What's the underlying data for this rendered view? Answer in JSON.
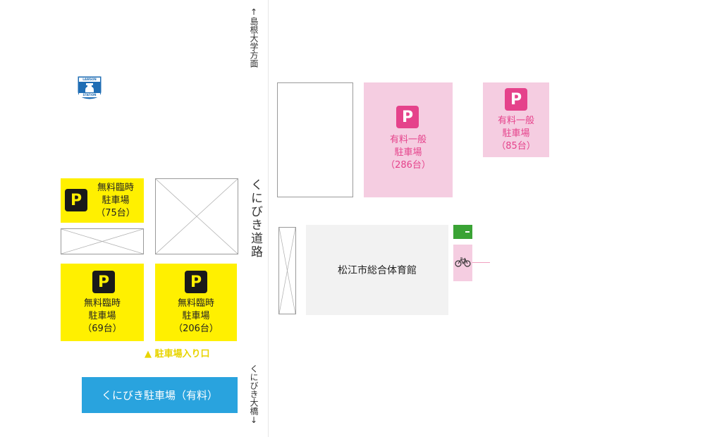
{
  "roads": {
    "north_label": "↑島根大学方面",
    "south_label": "くにびき大橋↓",
    "main_road": "くにびき道路"
  },
  "landmark": {
    "icon": "lawson-station-icon",
    "top_text": "LAWSON",
    "bottom_text": "STATION"
  },
  "lots": {
    "free_75": {
      "badge": "P",
      "line1": "無料臨時",
      "line2": "駐車場",
      "count": "（75台）"
    },
    "free_69": {
      "badge": "P",
      "line1": "無料臨時",
      "line2": "駐車場",
      "count": "（69台）"
    },
    "free_206": {
      "badge": "P",
      "line1": "無料臨時",
      "line2": "駐車場",
      "count": "（206台）"
    },
    "paid_286": {
      "badge": "P",
      "line1": "有料一般",
      "line2": "駐車場",
      "count": "（286台）"
    },
    "paid_85": {
      "badge": "P",
      "line1": "有料一般",
      "line2": "駐車場",
      "count": "（85台）"
    }
  },
  "entrance_label": "▲ 駐車場入り口",
  "kunibiki_parking_label": "くにびき駐車場（有料）",
  "gym_label": "松江市総合体育館",
  "colors": {
    "free_lot": "#fff000",
    "paid_lot": "#f5cde1",
    "paid_accent": "#e5428b",
    "kunibiki": "#29a3de",
    "green_marker": "#3aa335",
    "gym": "#f2f2f2"
  },
  "icons": [
    "lawson-station-icon",
    "parking-icon",
    "bicycle-icon"
  ]
}
